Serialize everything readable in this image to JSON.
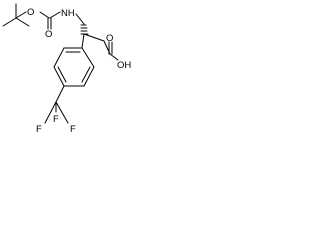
{
  "structure": {
    "atom_labels": {
      "ester_oxygen": "O",
      "carbonyl_oxygen": "O",
      "amide_nh": "NH",
      "acid_oxygen": "O",
      "acid_hydroxyl": "OH",
      "fluorine_top": "F",
      "fluorine_left": "F",
      "fluorine_right": "F"
    },
    "colors": {
      "bond": "#000000",
      "text": "#000000",
      "background": "#ffffff"
    }
  }
}
